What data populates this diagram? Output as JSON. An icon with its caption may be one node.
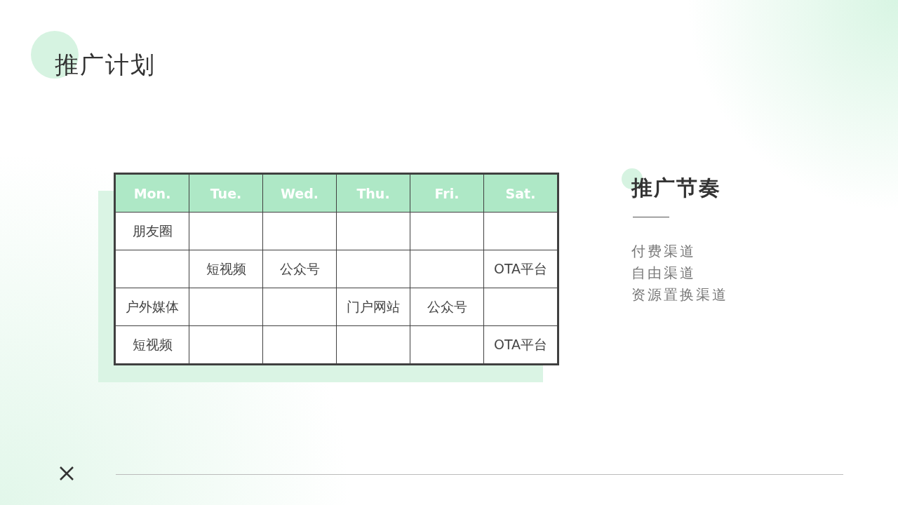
{
  "diagram": {
    "title": "推广计划",
    "labels": [
      "Mon.",
      "Tue.",
      "Wed.",
      "Thu.",
      "Fri.",
      "Sat.",
      "朋友圈",
      "短视频",
      "公众号",
      "OTA平台",
      "户外媒体",
      "门户网站",
      "公众号",
      "短视频",
      "OTA平台",
      "推广节奏",
      "付费渠道",
      "自由渠道",
      "资源置换渠道"
    ]
  }
}
